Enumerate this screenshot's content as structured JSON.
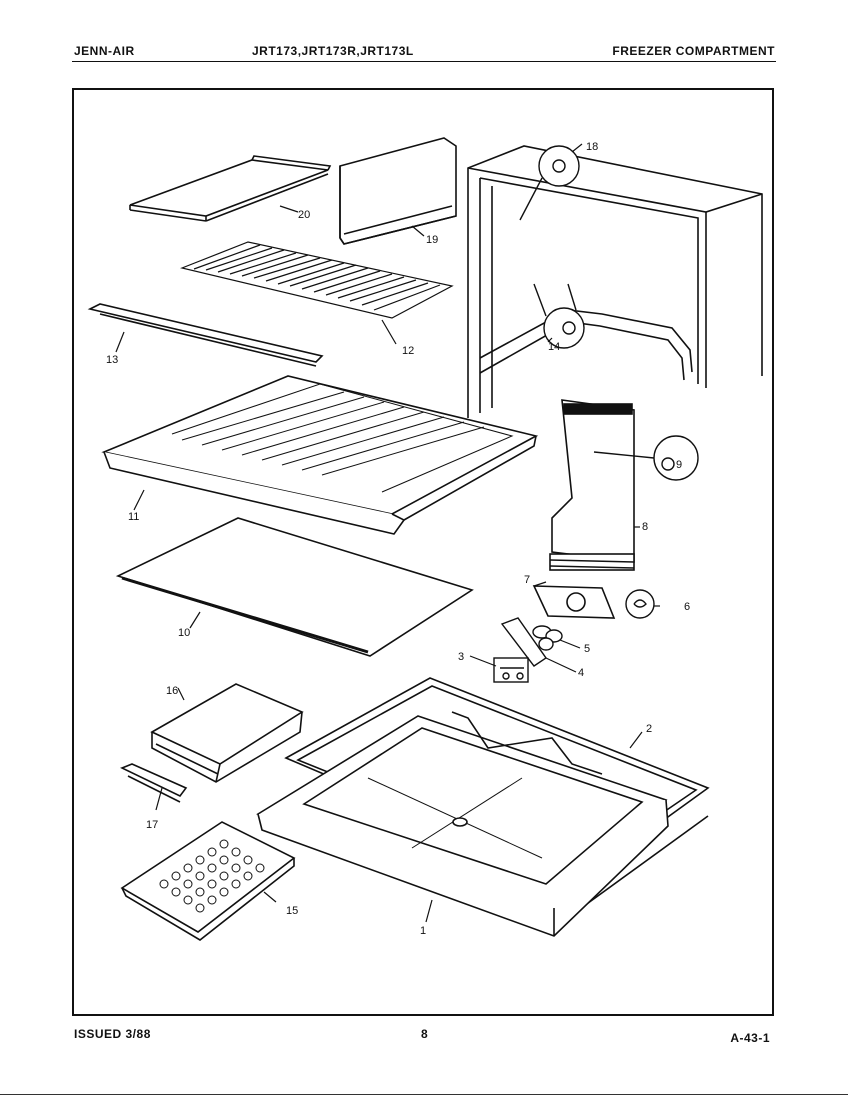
{
  "header": {
    "brand": "JENN-AIR",
    "models": "JRT173,JRT173R,JRT173L",
    "section": "FREEZER COMPARTMENT"
  },
  "footer": {
    "issued": "ISSUED 3/88",
    "page": "8",
    "code": "A-43-1"
  },
  "callouts": {
    "c1": "1",
    "c2": "2",
    "c3": "3",
    "c4": "4",
    "c5": "5",
    "c6": "6",
    "c7": "7",
    "c8": "8",
    "c9": "9",
    "c10": "10",
    "c11": "11",
    "c12": "12",
    "c13": "13",
    "c14": "14",
    "c15": "15",
    "c16": "16",
    "c17": "17",
    "c18": "18",
    "c19": "19",
    "c20": "20"
  }
}
